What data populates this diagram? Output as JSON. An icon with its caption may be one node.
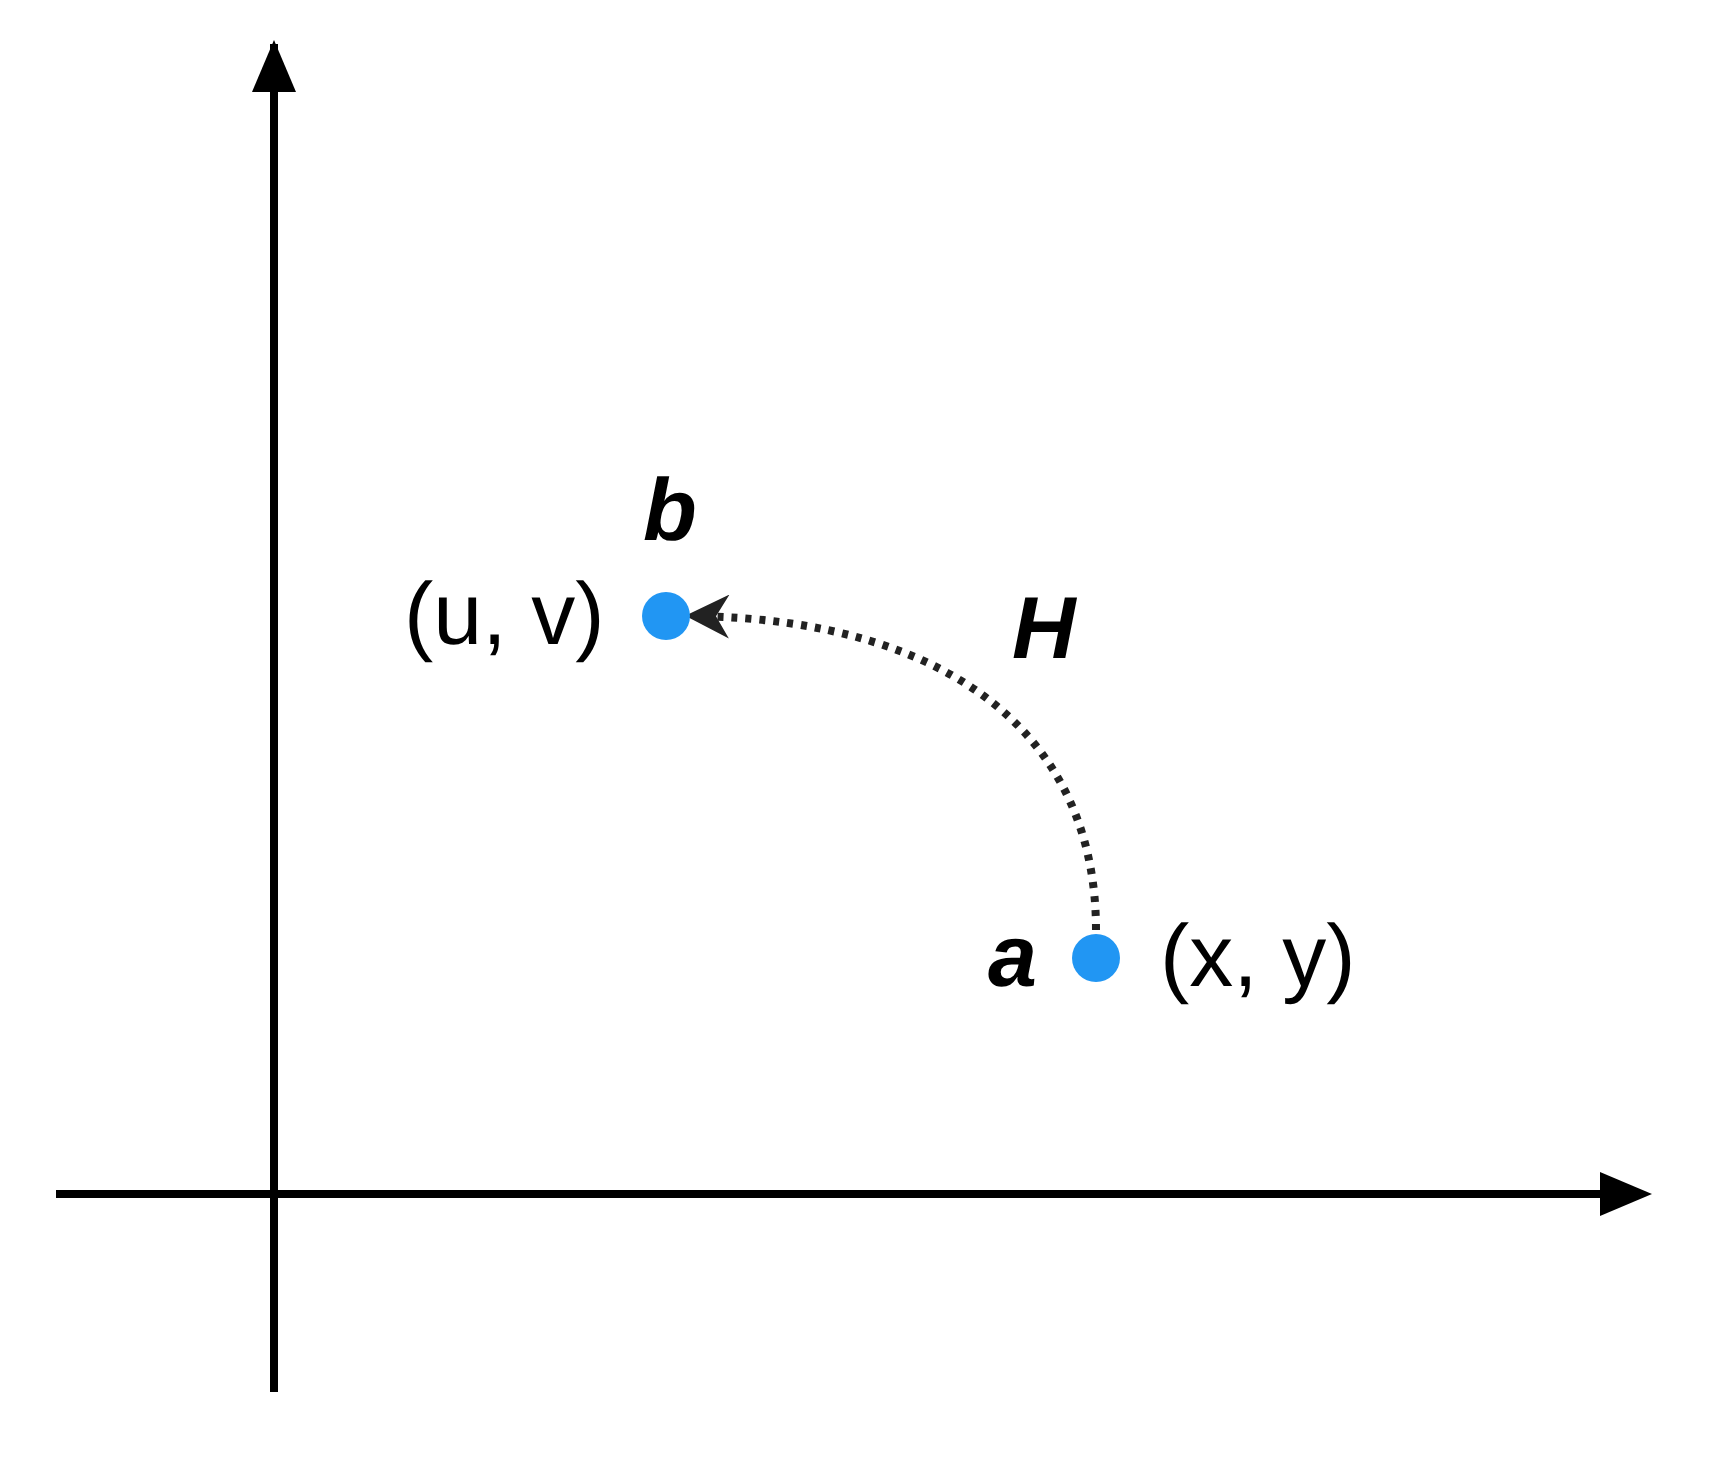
{
  "diagram": {
    "nodes": [
      {
        "text": [
          "a",
          "(x, y)"
        ]
      },
      {
        "text": [
          "b",
          "(u, v)"
        ]
      }
    ],
    "edges": [
      {
        "from": 0,
        "to": 1,
        "arrow": "to",
        "label": "H",
        "style": "dashed"
      }
    ]
  }
}
